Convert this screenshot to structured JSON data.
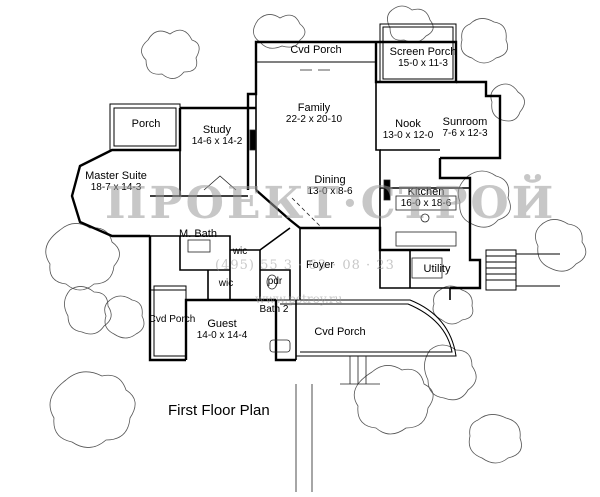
{
  "plan": {
    "title": "First Floor Plan",
    "rooms": [
      {
        "name": "Cvd Porch",
        "dim": ""
      },
      {
        "name": "Screen Porch",
        "dim": "15-0 x 11-3"
      },
      {
        "name": "Porch",
        "dim": ""
      },
      {
        "name": "Study",
        "dim": "14-6 x 14-2"
      },
      {
        "name": "Family",
        "dim": "22-2 x 20-10"
      },
      {
        "name": "Nook",
        "dim": "13-0 x 12-0"
      },
      {
        "name": "Sunroom",
        "dim": "7-6 x 12-3"
      },
      {
        "name": "Master Suite",
        "dim": "18-7 x 14-3"
      },
      {
        "name": "Dining",
        "dim": "13-0 x 8-6"
      },
      {
        "name": "Kitchen",
        "dim": "16-0 x 18-6"
      },
      {
        "name": "M. Bath",
        "dim": ""
      },
      {
        "name": "wic",
        "dim": ""
      },
      {
        "name": "wic",
        "dim": ""
      },
      {
        "name": "Foyer",
        "dim": ""
      },
      {
        "name": "Utility",
        "dim": ""
      },
      {
        "name": "pdr",
        "dim": ""
      },
      {
        "name": "Bath 2",
        "dim": ""
      },
      {
        "name": "Cvd Porch",
        "dim": ""
      },
      {
        "name": "Guest",
        "dim": "14-0 x 14-4"
      },
      {
        "name": "Cvd Porch",
        "dim": ""
      }
    ]
  },
  "watermark": {
    "main": "ПРОЕКТ·СТРОЙ",
    "phone": "(495) 55 3 · 63 · 08 · 23",
    "site": "www.pstroy.ru"
  }
}
